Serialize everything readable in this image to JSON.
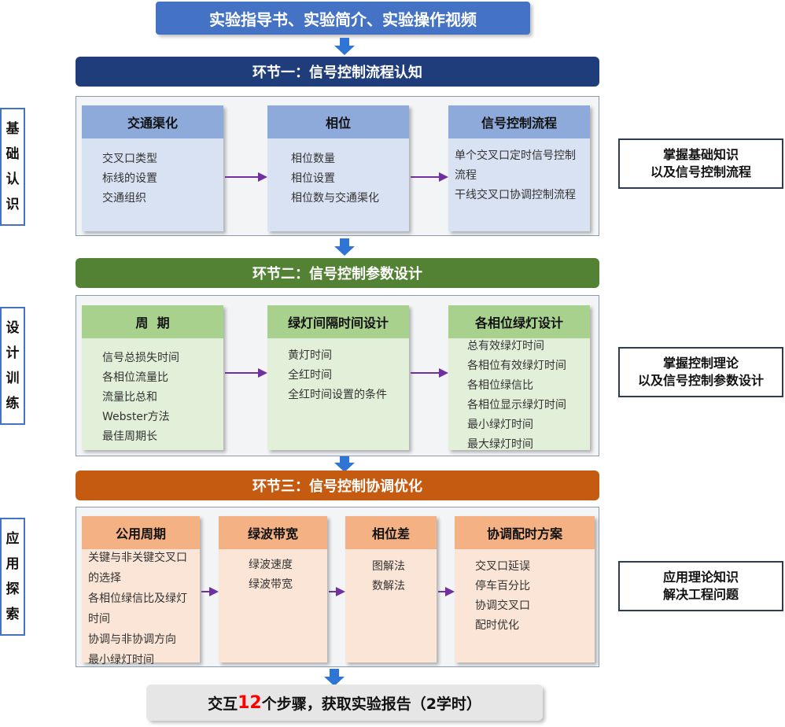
{
  "header": {
    "title": "实验指导书、实验简介、实验操作视频"
  },
  "stages": [
    {
      "title": "环节一：信号控制流程认知"
    },
    {
      "title": "环节二：信号控制参数设计"
    },
    {
      "title": "环节三：信号控制协调优化"
    }
  ],
  "side_labels": [
    [
      "基",
      "础",
      "认",
      "识"
    ],
    [
      "设",
      "计",
      "训",
      "练"
    ],
    [
      "应",
      "用",
      "探",
      "索"
    ]
  ],
  "goals": [
    [
      "掌握基础知识",
      "以及信号控制流程"
    ],
    [
      "掌握控制理论",
      "以及信号控制参数设计"
    ],
    [
      "应用理论知识",
      "解决工程问题"
    ]
  ],
  "row1": [
    {
      "title": "交通渠化",
      "items": [
        "交叉口类型",
        "标线的设置",
        "交通组织"
      ]
    },
    {
      "title": "相位",
      "items": [
        "相位数量",
        "相位设置",
        "相位数与交通渠化"
      ]
    },
    {
      "title": "信号控制流程",
      "items": [
        "单个交叉口定时信号控制流程",
        "干线交叉口协调控制流程"
      ]
    }
  ],
  "row2": [
    {
      "title": "周  期",
      "items": [
        "信号总损失时间",
        "各相位流量比",
        "流量比总和",
        "Webster方法",
        "最佳周期长"
      ]
    },
    {
      "title": "绿灯间隔时间设计",
      "items": [
        "黄灯时间",
        "全红时间",
        "全红时间设置的条件"
      ]
    },
    {
      "title": "各相位绿灯设计",
      "items": [
        "总有效绿灯时间",
        "各相位有效绿灯时间",
        "各相位绿信比",
        "各相位显示绿灯时间",
        "最小绿灯时间",
        "最大绿灯时间"
      ]
    }
  ],
  "row3": [
    {
      "title": "公用周期",
      "items": [
        "关键与非关键交叉口的选择",
        "各相位绿信比及绿灯时间",
        "协调与非协调方向",
        "最小绿灯时间"
      ]
    },
    {
      "title": "绿波带宽",
      "items": [
        "绿波速度",
        "绿波带宽"
      ]
    },
    {
      "title": "相位差",
      "items": [
        "图解法",
        "数解法"
      ]
    },
    {
      "title": "协调配时方案",
      "items": [
        "交叉口延误",
        "停车百分比",
        "协调交叉口",
        "配时优化"
      ]
    }
  ],
  "footer": {
    "prefix": "交互",
    "number": "12",
    "suffix": "个步骤，获取实验报告（2学时）"
  },
  "colors": {
    "accent_blue": "#4472c4",
    "stage1": "#1f3d7a",
    "stage2": "#548235",
    "stage3": "#c55a11",
    "arrow": "#7030a0",
    "highlight": "#ff0000"
  }
}
